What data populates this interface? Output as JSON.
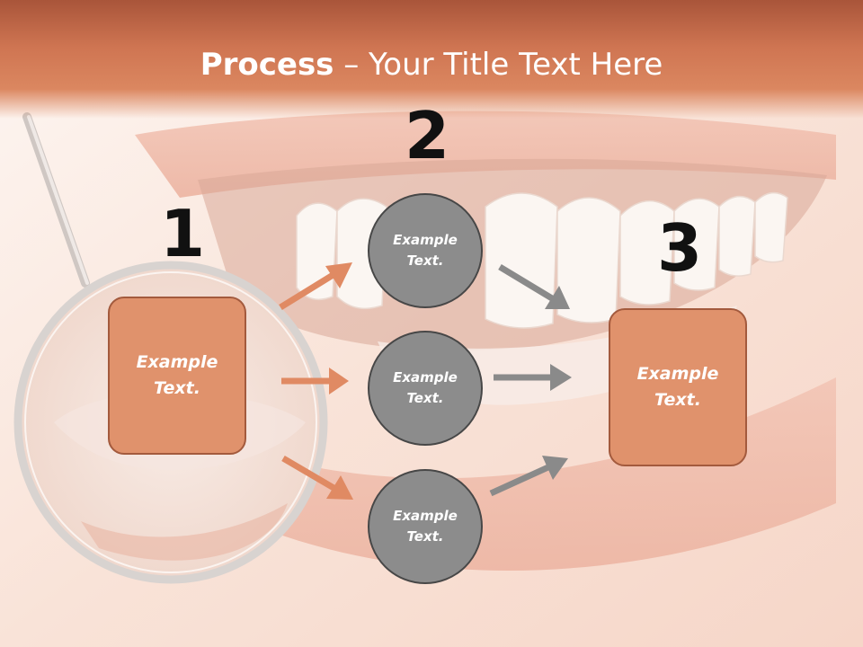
{
  "title": {
    "bold": "Process",
    "rest": " – Your Title Text Here"
  },
  "steps": [
    {
      "number": "1",
      "label": "Example Text."
    },
    {
      "number": "2",
      "items": [
        "Example Text.",
        "Example Text.",
        "Example Text."
      ]
    },
    {
      "number": "3",
      "label": "Example Text."
    }
  ],
  "colors": {
    "accent": "#e0926c",
    "accent_border": "#a35a3d",
    "circle": "#8c8c8c",
    "circle_border": "#474747",
    "header": "#cf7552",
    "arrow_orange": "#e08a63",
    "arrow_gray": "#8a8a8a"
  }
}
